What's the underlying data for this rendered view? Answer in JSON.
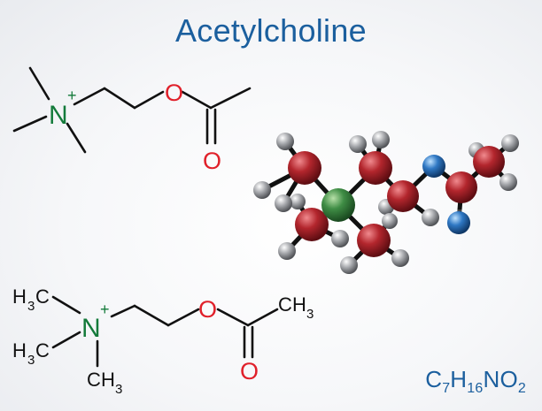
{
  "title": "Acetylcholine",
  "formula": {
    "parts": [
      {
        "text": "C",
        "sub": "7"
      },
      {
        "text": "H",
        "sub": "16"
      },
      {
        "text": "NO",
        "sub": "2"
      }
    ]
  },
  "skeletal": {
    "nitrogen": "N",
    "charge": "+",
    "oxygen": "O"
  },
  "condensed": {
    "nitrogen": "N",
    "charge": "+",
    "oxygen": "O",
    "carbon": "C",
    "hydrogen": "H",
    "methyl_sub": "3"
  },
  "colors": {
    "title": "#1b5f9e",
    "nitrogen_text": "#137a3a",
    "oxygen_text": "#e0202a",
    "carbon_ball": "#b3262d",
    "nitrogen_ball": "#3f8d45",
    "oxygen_ball": "#2f78c4",
    "hydrogen_ball": "#8e9094"
  }
}
